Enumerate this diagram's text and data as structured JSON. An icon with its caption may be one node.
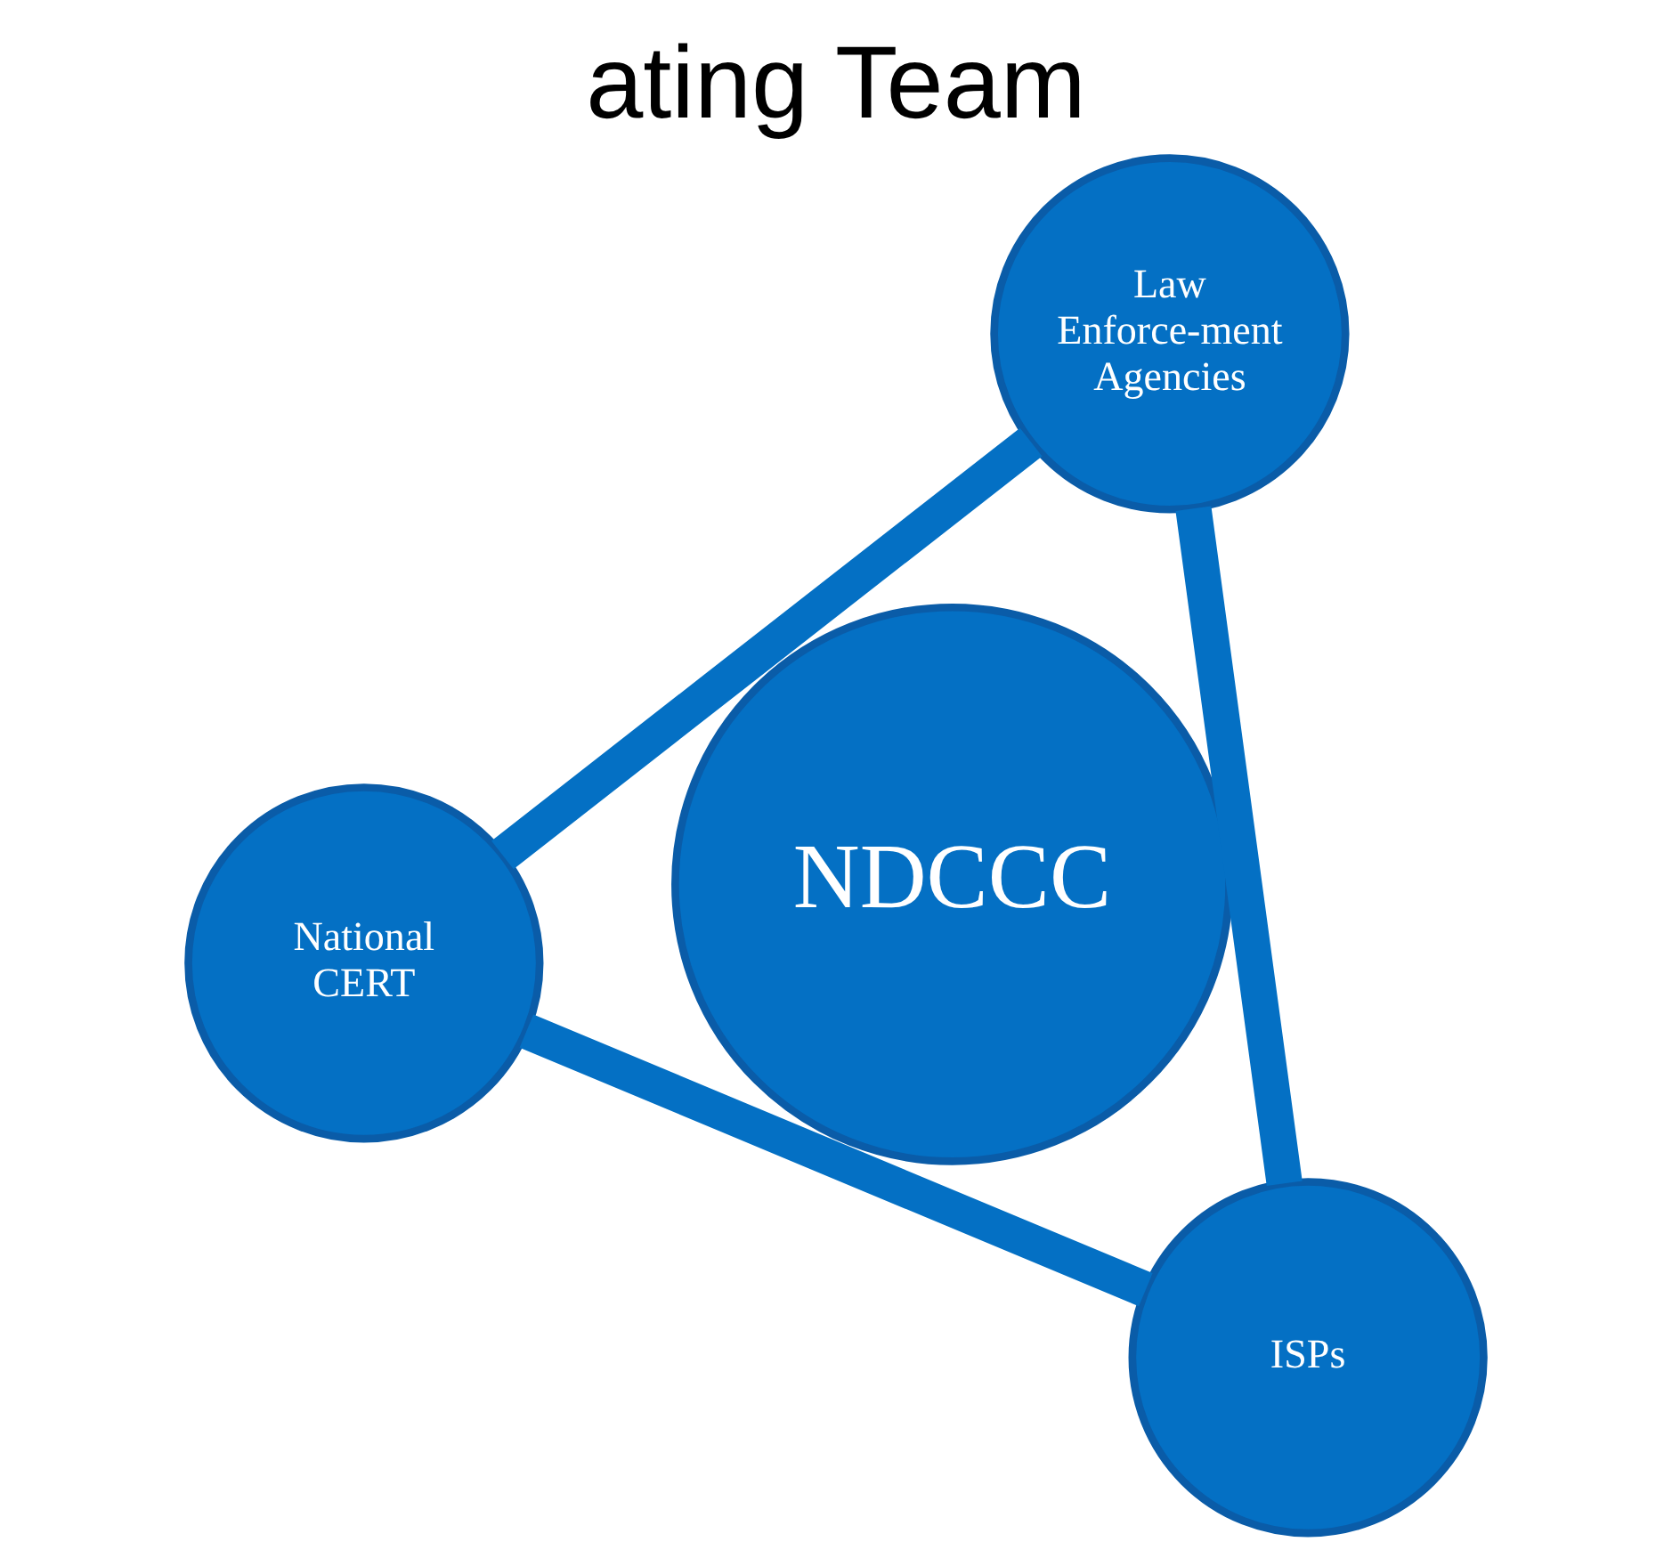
{
  "diagram": {
    "title": "ating Team",
    "nodes": [
      {
        "text": [
          "National CERT"
        ]
      },
      {
        "text": [
          "NDCCC"
        ]
      },
      {
        "text": [
          "ISPs"
        ]
      },
      {
        "text": [
          "Law Enforce-ment Agencies"
        ]
      }
    ],
    "edges": [
      {
        "from": 0,
        "to": 3,
        "arrow": "none"
      },
      {
        "from": 3,
        "to": 2,
        "arrow": "none"
      },
      {
        "from": 2,
        "to": 0,
        "arrow": "none"
      }
    ]
  }
}
